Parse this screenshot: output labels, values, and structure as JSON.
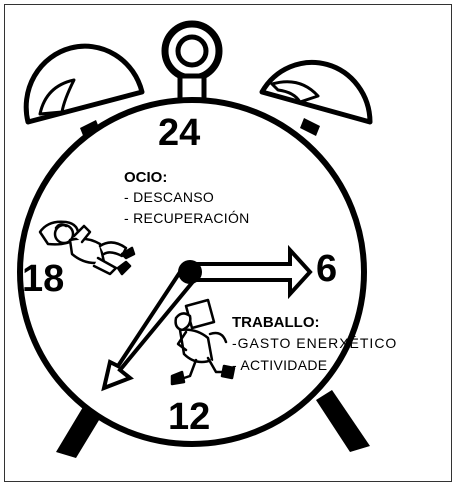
{
  "clock": {
    "hour_labels": {
      "top": "24",
      "left": "18",
      "right": "6",
      "bottom": "12"
    }
  },
  "ocio": {
    "title": "OCIO:",
    "items": [
      "- DESCANSO",
      "- RECUPERACIÓN"
    ]
  },
  "traballo": {
    "title": "TRABALLO:",
    "items": [
      "-GASTO ENERXÉTICO",
      "- ACTIVIDADE"
    ]
  },
  "icons": {
    "sleeping_person": "sleeping-person-icon",
    "working_person": "person-carrying-load-icon"
  }
}
